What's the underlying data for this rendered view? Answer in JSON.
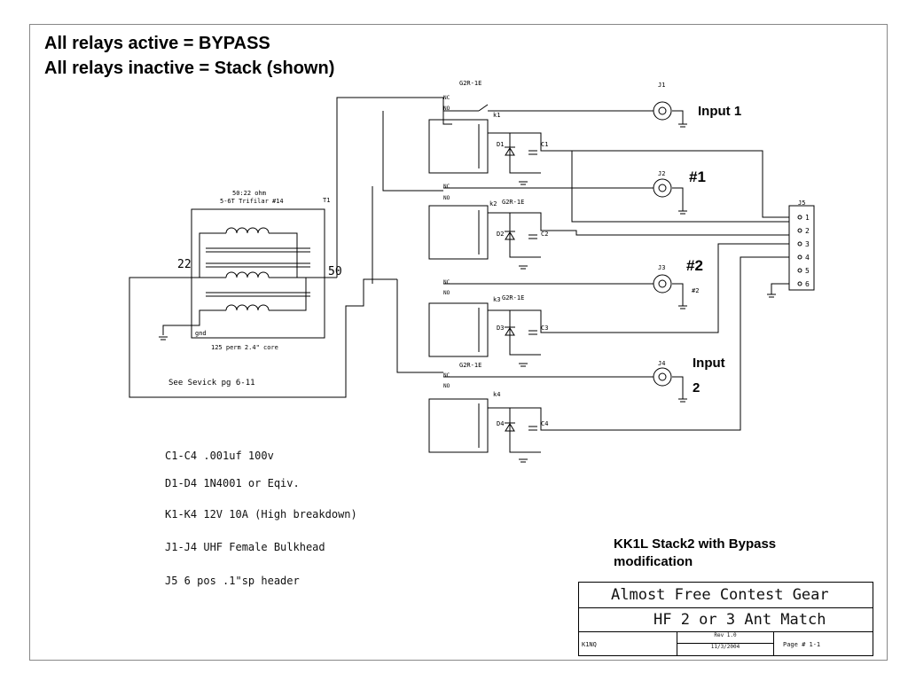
{
  "header": {
    "line1": "All relays active = BYPASS",
    "line2": "All relays inactive = Stack (shown)"
  },
  "schematic": {
    "relays": [
      {
        "ref": "k1",
        "part": "G2R-1E",
        "nc": "NC",
        "no": "NO"
      },
      {
        "ref": "k2",
        "part": "G2R-1E",
        "nc": "NC",
        "no": "NO"
      },
      {
        "ref": "k3",
        "part": "G2R-1E",
        "nc": "NC",
        "no": "NO"
      },
      {
        "ref": "k4",
        "part": "G2R-1E",
        "nc": "NC",
        "no": "NO"
      }
    ],
    "diodes": [
      "D1",
      "D2",
      "D3",
      "D4"
    ],
    "caps": [
      "C1",
      "C2",
      "C3",
      "C4"
    ],
    "jacks": [
      {
        "ref": "J1",
        "label": "Input 1"
      },
      {
        "ref": "J2",
        "label": "#1"
      },
      {
        "ref": "J3",
        "label": "#2",
        "small": "#2"
      },
      {
        "ref": "J4",
        "label_line1": "Input",
        "label_line2": "2"
      }
    ],
    "header_conn": {
      "ref": "J5",
      "pins": [
        "1",
        "2",
        "3",
        "4",
        "5",
        "6"
      ]
    },
    "transformer": {
      "ref": "T1",
      "line1": "50:22 ohm",
      "line2": "5-6T Trifilar #14",
      "tap_left": "22",
      "tap_right": "50",
      "gnd": "gnd",
      "core": "125 perm 2.4\" core"
    },
    "ref_note": "See Sevick pg 6-11"
  },
  "notes": [
    "C1-C4 .001uf 100v",
    "D1-D4 1N4001 or Eqiv.",
    "K1-K4 12V 10A (High breakdown)",
    "J1-J4 UHF Female Bulkhead",
    "J5 6 pos .1\"sp header"
  ],
  "caption": "KK1L Stack2 with Bypass modification",
  "title_block": {
    "company": "Almost Free Contest Gear",
    "title": "HF 2 or 3 Ant Match",
    "author": "K1NQ",
    "rev": "Rev 1.0",
    "date": "11/3/2004",
    "page": "Page # 1-1"
  }
}
